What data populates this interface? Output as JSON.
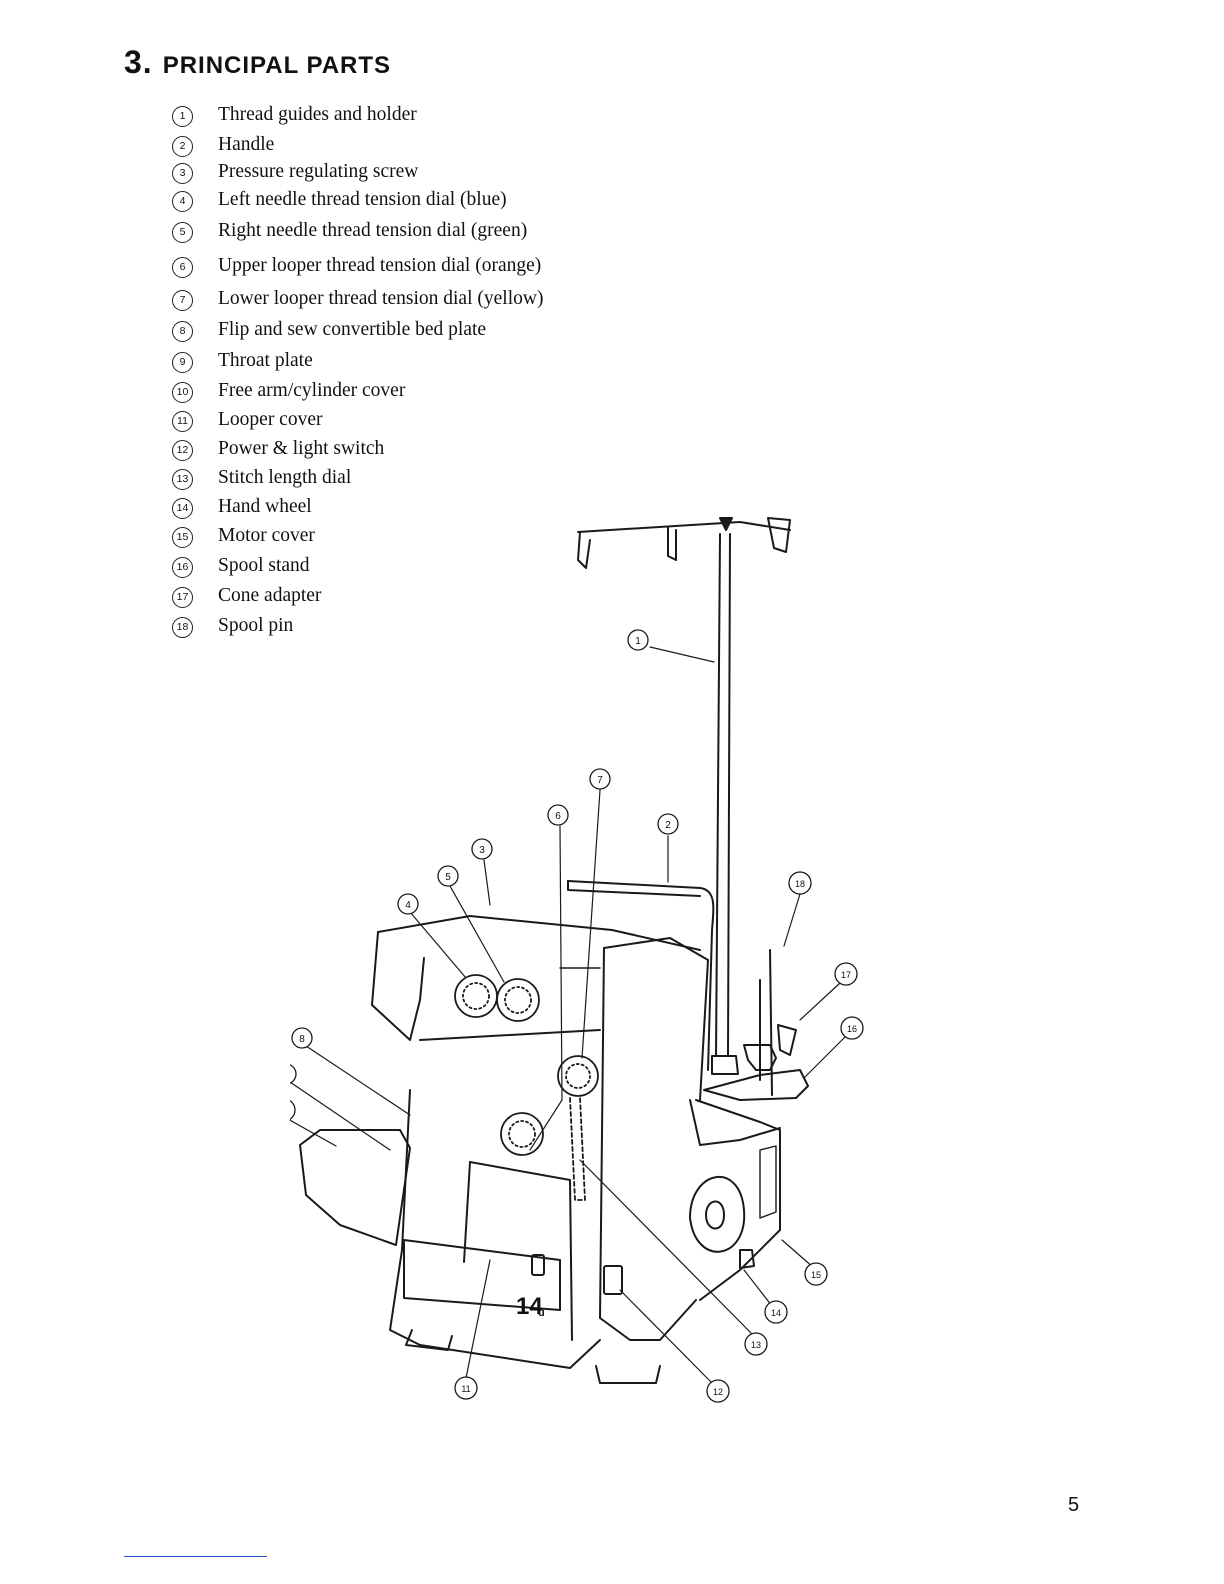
{
  "heading": {
    "number": "3.",
    "title": "PRINCIPAL PARTS"
  },
  "parts": [
    {
      "num": "1",
      "label": "Thread guides and holder"
    },
    {
      "num": "2",
      "label": "Handle"
    },
    {
      "num": "3",
      "label": "Pressure regulating screw"
    },
    {
      "num": "4",
      "label": "Left needle thread tension dial (blue)"
    },
    {
      "num": "5",
      "label": "Right needle thread tension dial (green)"
    },
    {
      "num": "6",
      "label": "Upper looper thread tension dial (orange)"
    },
    {
      "num": "7",
      "label": "Lower looper thread tension dial (yellow)"
    },
    {
      "num": "8",
      "label": "Flip and sew convertible bed plate"
    },
    {
      "num": "9",
      "label": "Throat plate"
    },
    {
      "num": "10",
      "label": "Free arm/cylinder cover"
    },
    {
      "num": "11",
      "label": "Looper cover"
    },
    {
      "num": "12",
      "label": "Power & light switch"
    },
    {
      "num": "13",
      "label": "Stitch length dial"
    },
    {
      "num": "14",
      "label": "Hand wheel"
    },
    {
      "num": "15",
      "label": "Motor cover"
    },
    {
      "num": "16",
      "label": "Spool stand"
    },
    {
      "num": "17",
      "label": "Cone adapter"
    },
    {
      "num": "18",
      "label": "Spool pin"
    }
  ],
  "illustration": {
    "model_label": "14",
    "model_suffix": "u"
  },
  "page_number": "5"
}
